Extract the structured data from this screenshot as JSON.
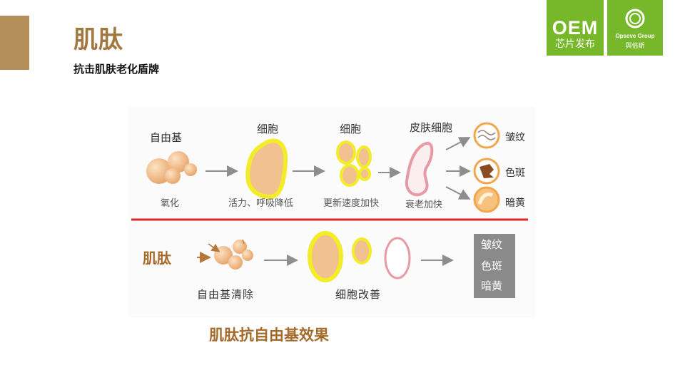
{
  "slide": {
    "title": "肌肽",
    "subtitle": "抗击肌肤老化盾牌",
    "caption": "肌肽抗自由基效果"
  },
  "logos": {
    "oem_title": "OEM",
    "oem_sub": "芯片发布",
    "opseve_brand": "Opseve Group",
    "opseve_cn": "舆倍斯"
  },
  "diagram": {
    "top_row": {
      "stages": [
        {
          "top": "自由基",
          "bottom": "氧化"
        },
        {
          "top": "细胞",
          "bottom": "活力、呼吸降低"
        },
        {
          "top": "细胞",
          "bottom": "更新速度加快"
        },
        {
          "top": "皮肤细胞",
          "bottom": "衰老加快"
        }
      ],
      "outcomes": [
        "皱纹",
        "色斑",
        "暗黄"
      ]
    },
    "bottom_row": {
      "agent": "肌肽",
      "step1": "自由基清除",
      "step2": "细胞改善",
      "panel_items": [
        "皱纹",
        "色斑",
        "暗黄"
      ]
    }
  },
  "colors": {
    "accent": "#b38e58",
    "title": "#a07840",
    "brand_green": "#77b82a",
    "divider": "#d7282a",
    "cell_fill": "#f2c190",
    "cell_glow": "#f3ec2a",
    "highlight": "#a56b2a"
  }
}
